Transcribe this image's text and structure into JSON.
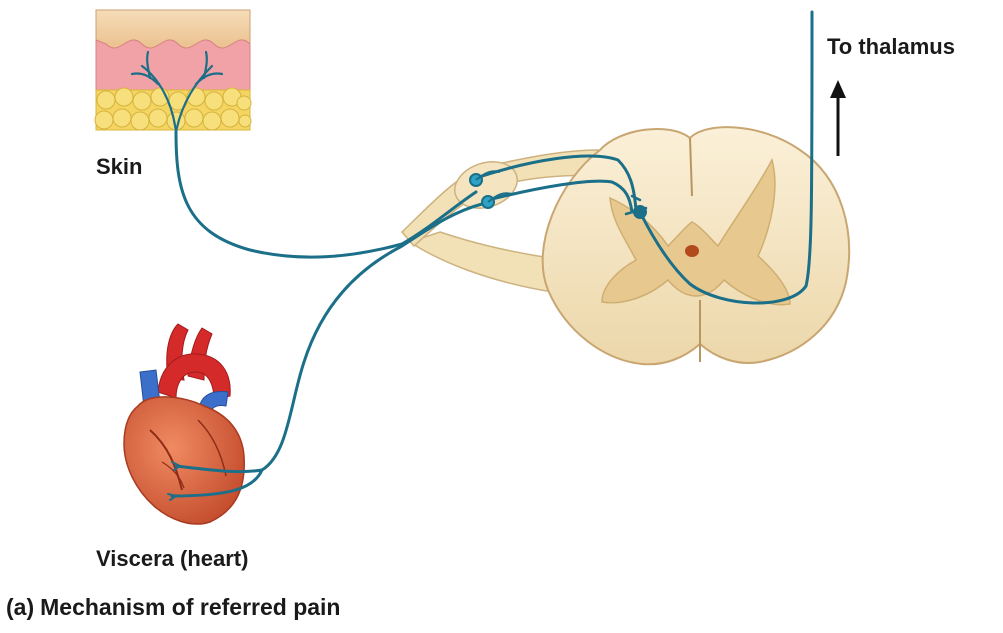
{
  "labels": {
    "skin": "Skin",
    "thalamus": "To thalamus",
    "viscera": "Viscera (heart)"
  },
  "caption": {
    "letter": "(a)",
    "text": "Mechanism of referred pain"
  },
  "icons": {
    "up_arrow": "arrow-up-icon"
  },
  "colors": {
    "nerve": "#1b6f88",
    "neuron_body": "#2ea3c7",
    "spinal_white_matter": "#f6e6c3",
    "spinal_gray_matter": "#e7c98f",
    "skin_epidermis": "#f0c9a0",
    "skin_dermis": "#f0a2a6",
    "skin_fat": "#f4d562",
    "heart": "#d9633f",
    "artery": "#d52a2a",
    "vein": "#3b6fc9",
    "text": "#1a1a1a"
  }
}
